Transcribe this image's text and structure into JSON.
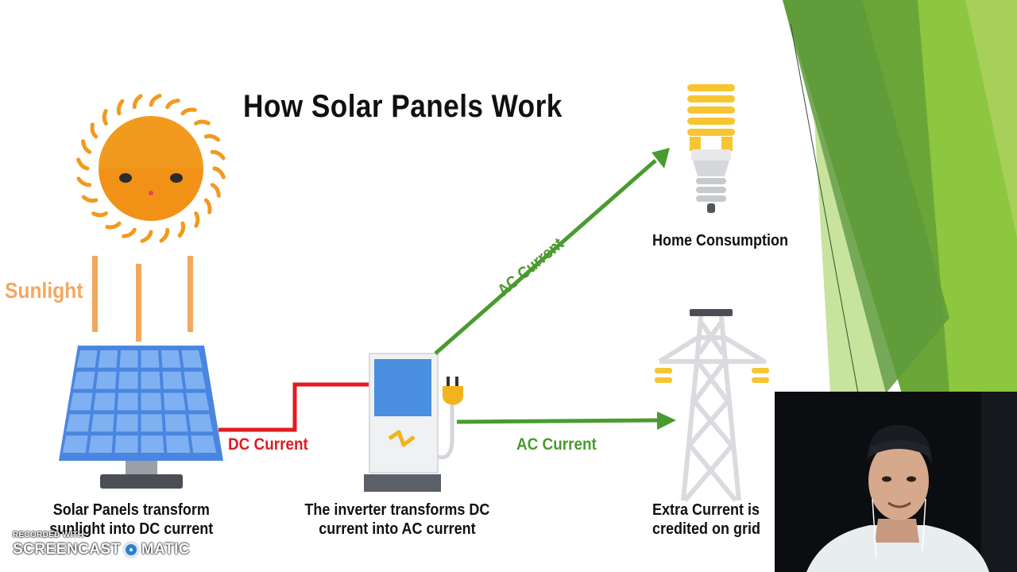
{
  "slide": {
    "title": "How Solar Panels Work",
    "sunlight_label": "Sunlight",
    "dc_current_label": "DC Current",
    "ac_current_diag_label": "AC Current",
    "ac_current_label": "AC Current",
    "home_label": "Home Consumption",
    "panel_caption_line1": "Solar Panels transform",
    "panel_caption_line2": "sunlight into DC current",
    "inverter_caption_line1": "The inverter transforms DC",
    "inverter_caption_line2": "current into AC current",
    "grid_caption_line1": "Extra Current is",
    "grid_caption_line2": "credited on grid"
  },
  "icons": {
    "sun": "sun-icon",
    "panel": "solar-panel-icon",
    "inverter": "inverter-icon",
    "bulb": "light-bulb-icon",
    "tower": "power-tower-icon"
  },
  "colors": {
    "dc": "#e01b22",
    "ac": "#4a9b2f",
    "sunlight": "#f3a85f",
    "panel": "#4a86e0",
    "sun": "#f29a1e"
  },
  "watermark": {
    "small": "RECORDED WITH",
    "left": "SCREENCAST",
    "right": "MATIC"
  }
}
